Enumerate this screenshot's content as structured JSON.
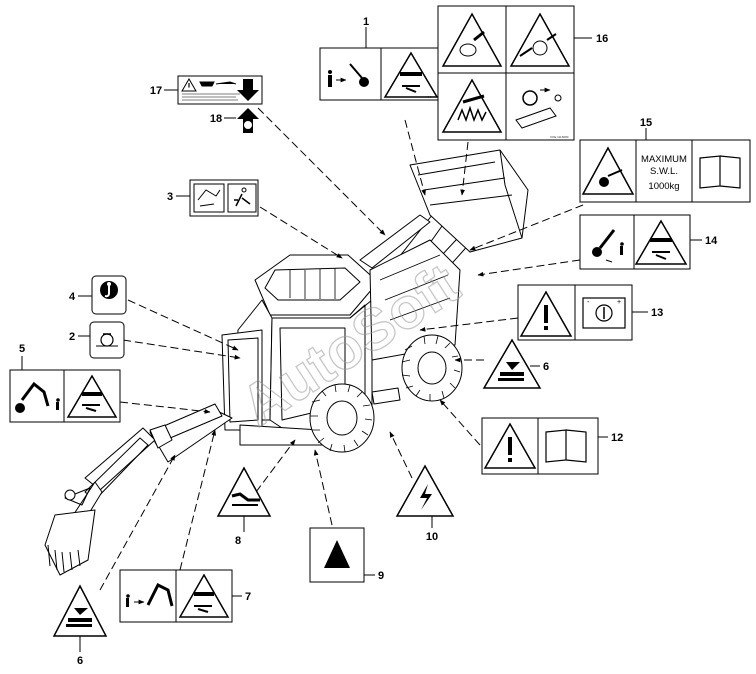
{
  "watermark": "AutoSoft",
  "callouts": {
    "n1": "1",
    "n2": "2",
    "n3": "3",
    "n4": "4",
    "n5": "5",
    "n6a": "6",
    "n6b": "6",
    "n7": "7",
    "n8": "8",
    "n9": "9",
    "n10": "10",
    "n12": "12",
    "n13": "13",
    "n14": "14",
    "n15": "15",
    "n16": "16",
    "n17": "17",
    "n18": "18"
  },
  "decal15": {
    "line1": "MAXIMUM",
    "line2": "S.W.L.",
    "line3": "1000kg"
  }
}
